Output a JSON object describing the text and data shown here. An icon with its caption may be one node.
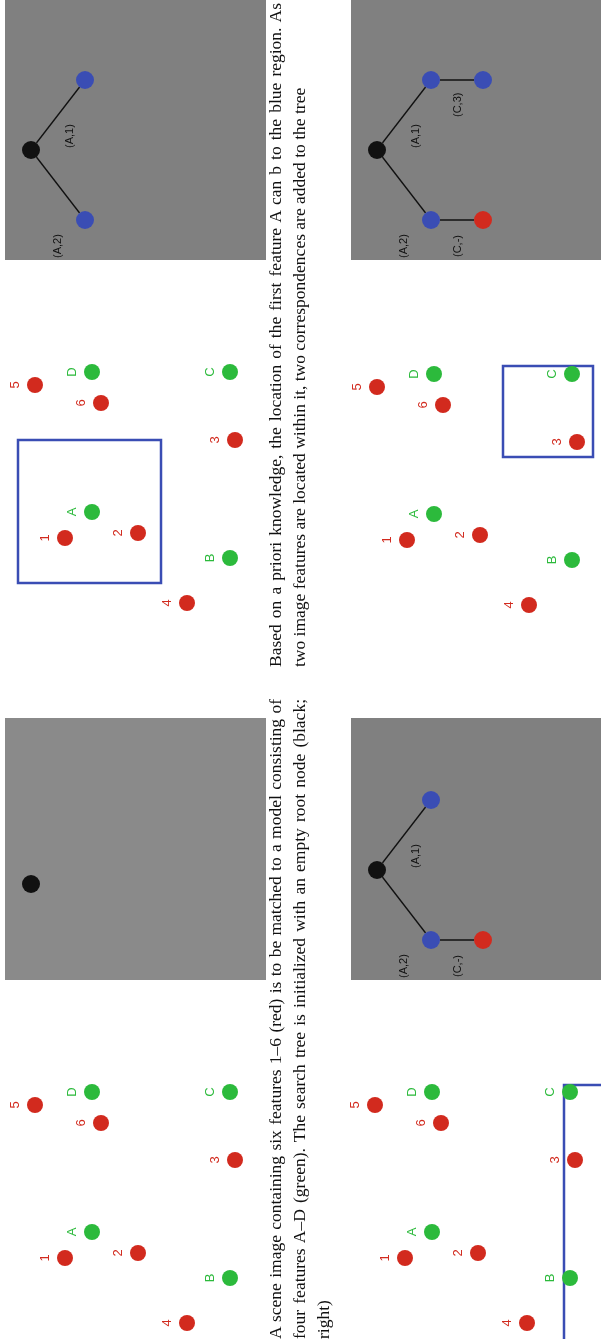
{
  "diagram": {
    "nodes": [
      {
        "text": [],
        "shape": "circle"
      },
      {
        "text": [],
        "shape": "circle"
      },
      {
        "text": [],
        "shape": "circle"
      },
      {
        "text": [],
        "shape": "circle"
      },
      {
        "text": [],
        "shape": "circle"
      },
      {
        "text": [],
        "shape": "circle"
      },
      {
        "text": [],
        "shape": "circle"
      },
      {
        "text": [],
        "shape": "circle"
      },
      {
        "text": [],
        "shape": "circle"
      },
      {
        "text": [],
        "shape": "circle"
      },
      {
        "text": [],
        "shape": "circle"
      },
      {
        "text": [],
        "shape": "circle"
      },
      {
        "text": [],
        "shape": "circle"
      }
    ],
    "edges": [
      {
        "from": 1,
        "to": 2,
        "arrow": "none",
        "label": "(A,2)"
      },
      {
        "from": 1,
        "to": 3,
        "arrow": "none",
        "label": "(A,1)"
      },
      {
        "from": 4,
        "to": 5,
        "arrow": "none",
        "label": "(A,2)"
      },
      {
        "from": 4,
        "to": 6,
        "arrow": "none",
        "label": "(A,1)"
      },
      {
        "from": 5,
        "to": 7,
        "arrow": "none",
        "label": "(C,-)"
      },
      {
        "from": 8,
        "to": 9,
        "arrow": "none",
        "label": "(A,2)"
      },
      {
        "from": 8,
        "to": 10,
        "arrow": "none",
        "label": "(A,1)"
      },
      {
        "from": 9,
        "to": 11,
        "arrow": "none",
        "label": "(C,-)"
      },
      {
        "from": 10,
        "to": 12,
        "arrow": "none",
        "label": "(C,3)"
      }
    ],
    "labels": [
      "5",
      "1",
      "A",
      "D",
      "6",
      "2",
      "4",
      "B",
      "C",
      "3",
      "5",
      "1",
      "A",
      "D",
      "6",
      "2",
      "4",
      "B",
      "C",
      "3",
      "A scene image containing six features 1–6 (red) is to be matched to a model consisting of four features A–D (green). The search tree is initialized with an empty root node (black; right)",
      "Based on a priori knowledge, the location of the first feature A can b to the blue region. As two image features are located within it, two correspondences are added to the tree",
      "5",
      "1",
      "A",
      "D",
      "6",
      "2",
      "4",
      "B",
      "C",
      "3",
      "5",
      "1",
      "A",
      "D",
      "6",
      "2",
      "4",
      "B",
      "C",
      "3"
    ]
  }
}
